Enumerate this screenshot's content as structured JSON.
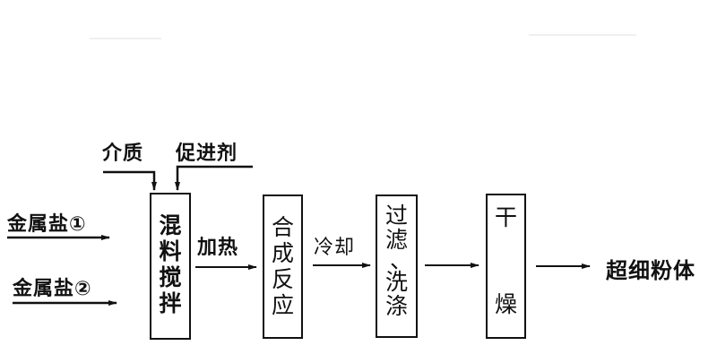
{
  "diagram": {
    "type": "process-flow",
    "inputs": {
      "top": [
        {
          "id": "medium",
          "label": "介质"
        },
        {
          "id": "promoter",
          "label": "促进剂"
        }
      ],
      "left": [
        {
          "id": "metal-salt-1",
          "label": "金属盐①"
        },
        {
          "id": "metal-salt-2",
          "label": "金属盐②"
        }
      ]
    },
    "steps": [
      {
        "id": "mixing",
        "label": "混料搅拌",
        "chars": [
          "混",
          "料",
          "搅",
          "拌"
        ]
      },
      {
        "id": "synthesis",
        "label": "合成反应",
        "chars": [
          "合",
          "成",
          "反",
          "应"
        ]
      },
      {
        "id": "filter-wash",
        "label": "过滤、洗涤",
        "chars": [
          "过",
          "滤",
          "、",
          "洗",
          "涤"
        ]
      },
      {
        "id": "drying",
        "label": "干燥",
        "chars": [
          "干",
          "燥"
        ]
      }
    ],
    "edges": [
      {
        "from": "mixing",
        "to": "synthesis",
        "label": "加热"
      },
      {
        "from": "synthesis",
        "to": "filter-wash",
        "label": "冷却"
      },
      {
        "from": "filter-wash",
        "to": "drying",
        "label": ""
      },
      {
        "from": "drying",
        "to": "product",
        "label": ""
      }
    ],
    "output": {
      "id": "product",
      "label": "超细粉体"
    }
  }
}
